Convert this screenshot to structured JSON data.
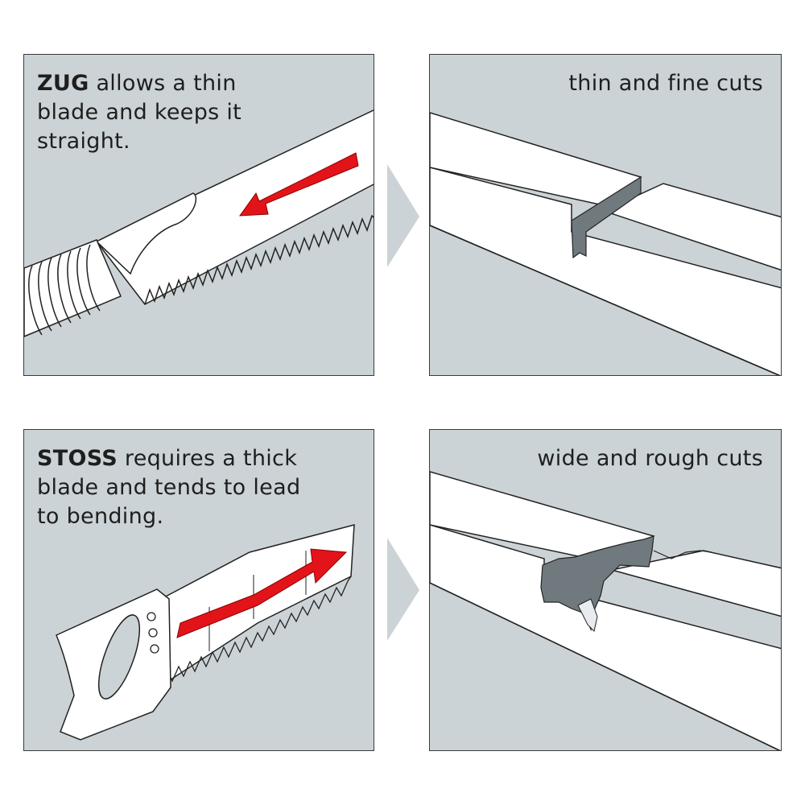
{
  "panels": {
    "zug": {
      "keyword": "ZUG",
      "text": " allows a thin blade and keeps it straight."
    },
    "thin_cut": {
      "caption": "thin and fine cuts"
    },
    "stoss": {
      "keyword": "STOSS",
      "text": " requires a thick blade and tends to lead to bending."
    },
    "wide_cut": {
      "caption": "wide and rough cuts"
    }
  },
  "colors": {
    "panel_bg": "#ccd3d6",
    "arrow_red": "#e2141a",
    "cut_grey": "#707a7e",
    "pointer": "#ccd3d6"
  },
  "icons": [
    "pull-saw-icon",
    "push-saw-icon",
    "direction-arrow-icon",
    "chevron-right-icon"
  ]
}
